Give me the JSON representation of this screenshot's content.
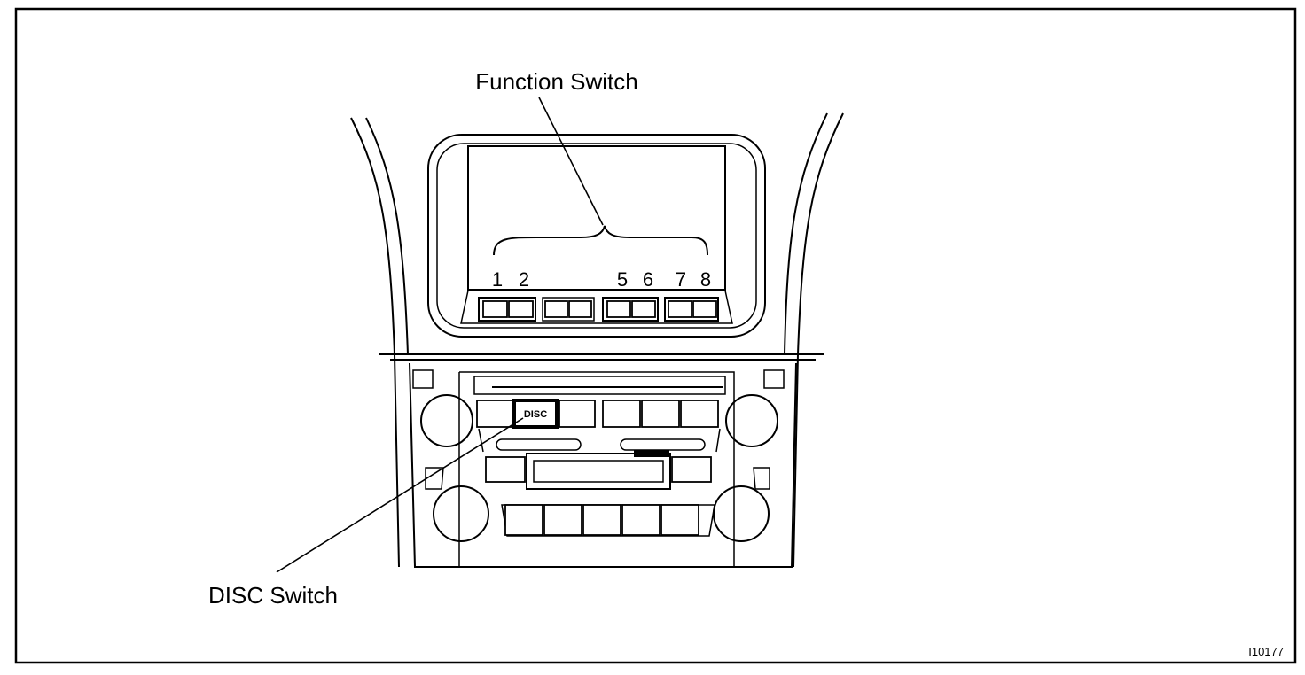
{
  "labels": {
    "function_switch": "Function Switch",
    "disc_switch": "DISC Switch",
    "disc_button": "DISC",
    "figure_code": "I10177"
  },
  "function_numbers": [
    "1",
    "2",
    "5",
    "6",
    "7",
    "8"
  ]
}
